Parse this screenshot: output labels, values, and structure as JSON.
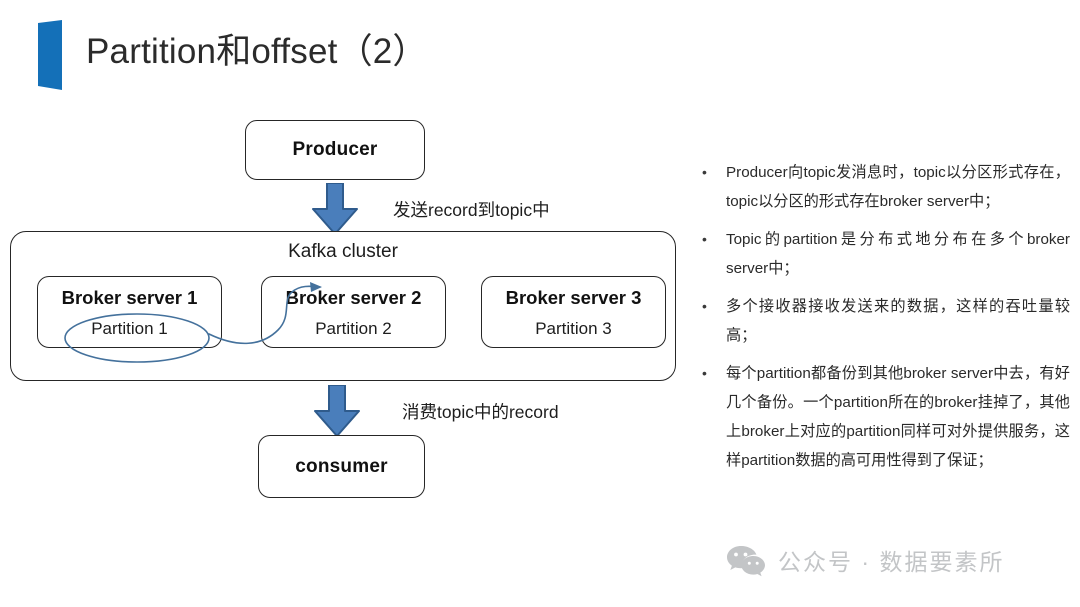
{
  "slide": {
    "title": "Partition和offset（2）",
    "accent_color": "#1470b8",
    "arrow_color": "#4a7ebb",
    "annotation_color": "#44719c"
  },
  "diagram": {
    "producer": {
      "label": "Producer"
    },
    "consumer": {
      "label": "consumer"
    },
    "cluster": {
      "label": "Kafka cluster"
    },
    "brokers": [
      {
        "name": "Broker server 1",
        "partition": "Partition 1"
      },
      {
        "name": "Broker server 2",
        "partition": "Partition 2"
      },
      {
        "name": "Broker server 3",
        "partition": "Partition 3"
      }
    ],
    "arrows": [
      {
        "name": "produce",
        "label": "发送record到topic中"
      },
      {
        "name": "consume",
        "label": "消费topic中的record"
      }
    ],
    "annotation": {
      "circled_target": "Partition 1",
      "arrow_to": "Broker server 2"
    }
  },
  "bullets": [
    "Producer向topic发消息时，topic以分区形式存在，topic以分区的形式存在broker server中；",
    "Topic的partition是分布式地分布在多个broker server中；",
    "多个接收器接收发送来的数据，这样的吞吐量较高；",
    "每个partition都备份到其他broker server中去，有好几个备份。一个partition所在的broker挂掉了，其他上broker上对应的partition同样可对外提供服务，这样partition数据的高可用性得到了保证；"
  ],
  "watermark": {
    "icon": "wechat-icon",
    "text": "公众号 · 数据要素所"
  }
}
